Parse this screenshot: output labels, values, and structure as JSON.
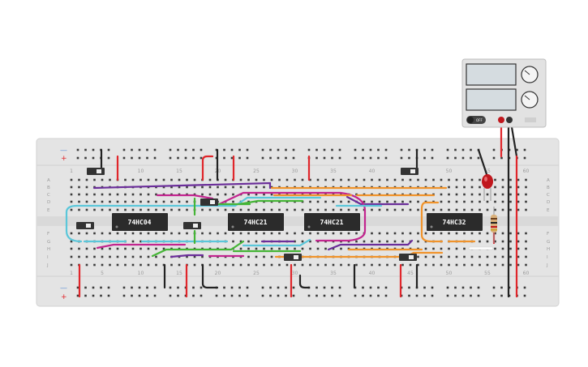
{
  "breadboard": {
    "column_numbers": [
      "1",
      "5",
      "10",
      "15",
      "20",
      "25",
      "30",
      "35",
      "40",
      "45",
      "50",
      "55",
      "60"
    ],
    "row_letters_top": [
      "A",
      "B",
      "C",
      "D",
      "E"
    ],
    "row_letters_bottom": [
      "F",
      "G",
      "H",
      "I",
      "J"
    ],
    "rail_minus": "—",
    "rail_plus": "+"
  },
  "chips": [
    {
      "label": "74HC04"
    },
    {
      "label": "74HC21"
    },
    {
      "label": "74HC21"
    },
    {
      "label": "74HC32"
    }
  ],
  "power_supply": {
    "off_label": "OFF"
  },
  "colors": {
    "board": "#e6e6e6",
    "red_wire": "#e0262b",
    "black_wire": "#222222",
    "orange_wire": "#f0932b",
    "purple_wire": "#6b2e9a",
    "magenta_wire": "#c2258f",
    "cyan_wire": "#5bc7da",
    "green_wire": "#45b536",
    "chip": "#2b2b2b"
  }
}
